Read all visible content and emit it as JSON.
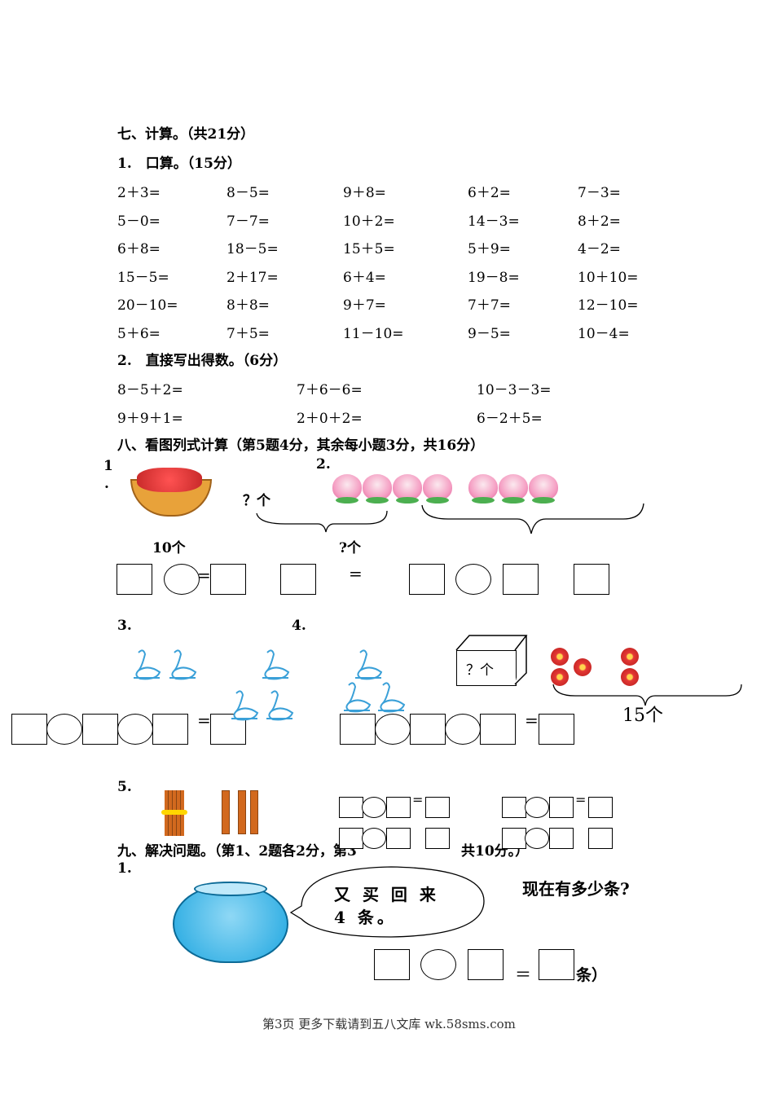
{
  "sec7": {
    "title": "七、计算。（共21分）",
    "q1": {
      "title": "1.　口算。（15分）",
      "rows": [
        [
          "2＋3=",
          "8－5=",
          "9＋8=",
          "6＋2=",
          "7－3="
        ],
        [
          "5－0=",
          "7－7=",
          "10＋2=",
          "14－3=",
          "8＋2="
        ],
        [
          "6＋8=",
          "18－5=",
          "15＋5=",
          "5＋9=",
          "4－2="
        ],
        [
          "15－5=",
          "2＋17=",
          "6＋4=",
          "19－8=",
          "10＋10="
        ],
        [
          "20－10=",
          "8＋8=",
          "9＋7=",
          "7＋7=",
          "12－10="
        ],
        [
          "5＋6=",
          "7＋5=",
          "11－10=",
          "9－5=",
          "10－4="
        ]
      ]
    },
    "q2": {
      "title": "2.　直接写出得数。（6分）",
      "rows": [
        [
          "8－5＋2=",
          "7＋6－6=",
          "10－3－3="
        ],
        [
          "9＋9＋1=",
          "2＋0＋2=",
          "6－2＋5="
        ]
      ]
    }
  },
  "sec8": {
    "title": "八、看图列式计算（第5题4分，其余每小题3分，共16分）",
    "p1": {
      "num": "1",
      "dot": ".",
      "unknown": "？个",
      "total": "10个"
    },
    "p2": {
      "num": "2.",
      "unknown": "?个"
    },
    "p3": {
      "num": "3."
    },
    "p4": {
      "num": "4.",
      "box_label": "？个",
      "total": "15个"
    },
    "p5": {
      "num": "5."
    },
    "equals": "="
  },
  "sec9": {
    "title_a": "九、解决问题。（第1、2题各2分，第3",
    "title_b": "共10分。）",
    "p1": {
      "num": "1.",
      "bubble": "又 买 回 来 4 条。",
      "question": "现在有多少条?",
      "unit": "条）",
      "equals": "＝"
    }
  },
  "footer": "第3页 更多下载请到五八文库 wk.58sms.com"
}
